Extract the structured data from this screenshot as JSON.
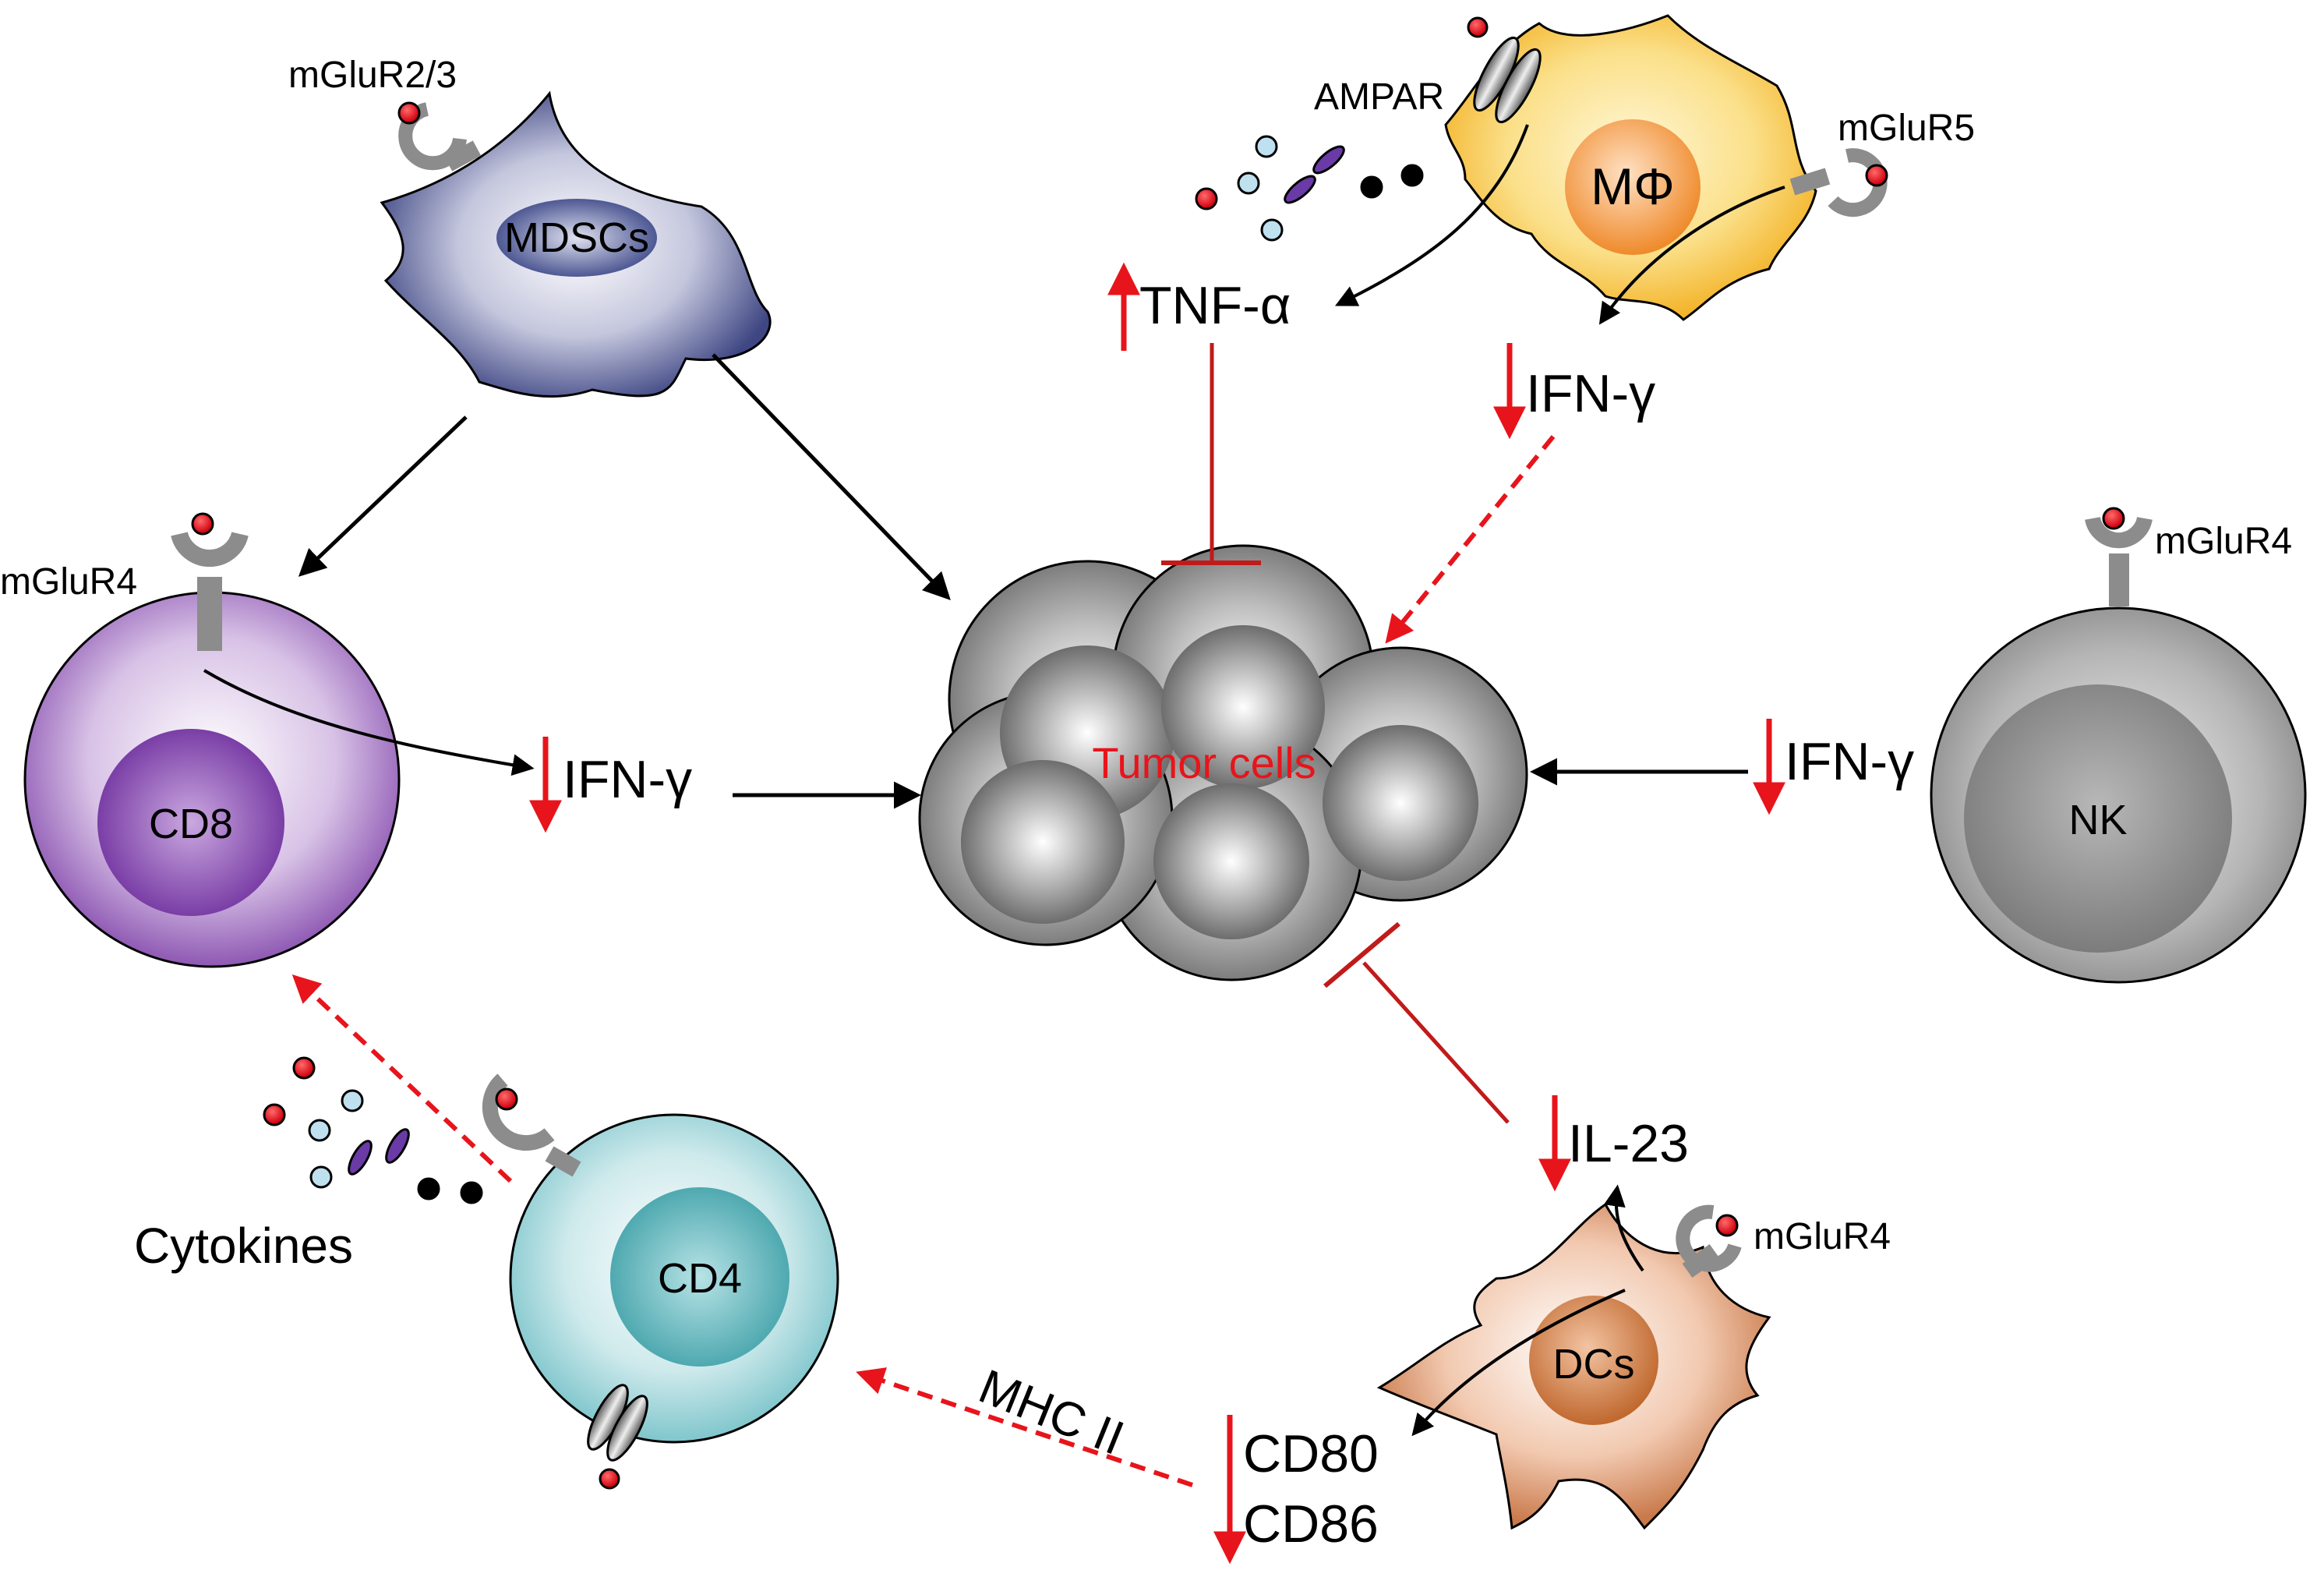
{
  "labels": {
    "mdscs": "MDSCs",
    "mglur23": "mGluR2/3",
    "ampar": "AMPAR",
    "mphi": "MΦ",
    "mglur5": "mGluR5",
    "tnf": "TNF-α",
    "ifn_mphi": "IFN-γ",
    "mglur4_cd8": "mGluR4",
    "cd8": "CD8",
    "ifn_cd8": "IFN-γ",
    "tumor": "Tumor cells",
    "mglur4_nk": "mGluR4",
    "ifn_nk": "IFN-γ",
    "nk": "NK",
    "il23": "IL-23",
    "mglur4_dc": "mGluR4",
    "dcs": "DCs",
    "cytokines": "Cytokines",
    "cd4": "CD4",
    "mhc": "MHC II",
    "cd80": "CD80",
    "cd86": "CD86"
  },
  "colors": {
    "black_arrow": "#000000",
    "red_arrow": "#e8141b",
    "inhibit": "#c11a1a",
    "tumor_text": "#e8141b",
    "ligand_red": "#e8141b",
    "receptor_grey": "#8c8c8c"
  }
}
